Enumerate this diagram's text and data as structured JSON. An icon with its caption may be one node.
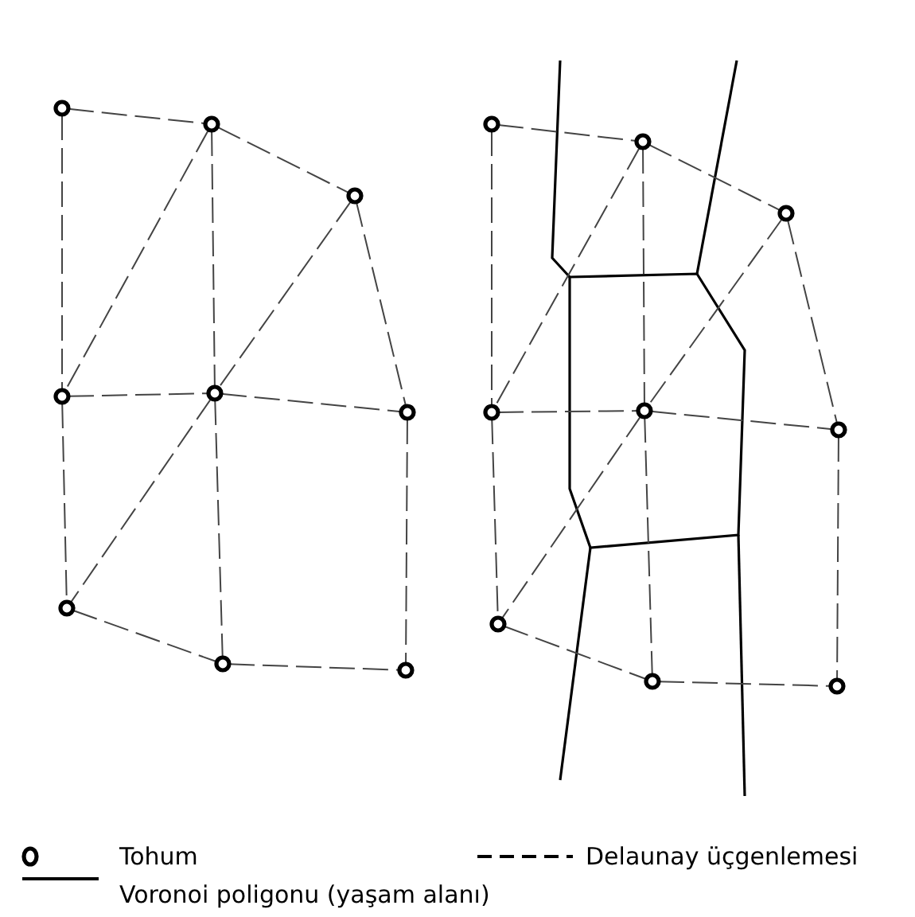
{
  "diagram": {
    "nodes": [
      {
        "text": [],
        "shape": "circle"
      },
      {
        "text": [],
        "shape": "circle"
      },
      {
        "text": [],
        "shape": "circle"
      },
      {
        "text": [],
        "shape": "circle"
      },
      {
        "text": [],
        "shape": "circle"
      },
      {
        "text": [],
        "shape": "circle"
      },
      {
        "text": [],
        "shape": "circle"
      },
      {
        "text": [],
        "shape": "circle"
      },
      {
        "text": [],
        "shape": "circle"
      },
      {
        "text": [],
        "shape": "circle"
      },
      {
        "text": [],
        "shape": "circle"
      },
      {
        "text": [],
        "shape": "circle"
      },
      {
        "text": [],
        "shape": "circle"
      },
      {
        "text": [],
        "shape": "circle"
      },
      {
        "text": [],
        "shape": "circle"
      },
      {
        "text": [],
        "shape": "circle"
      },
      {
        "text": [],
        "shape": "circle"
      },
      {
        "text": [],
        "shape": "circle"
      }
    ],
    "edges": [
      {
        "from": 0,
        "to": 1,
        "arrow": "none",
        "style": "dashed"
      },
      {
        "from": 1,
        "to": 2,
        "arrow": "none",
        "style": "dashed"
      },
      {
        "from": 0,
        "to": 3,
        "arrow": "none",
        "style": "dashed"
      },
      {
        "from": 1,
        "to": 3,
        "arrow": "none",
        "style": "dashed"
      },
      {
        "from": 1,
        "to": 4,
        "arrow": "none",
        "style": "dashed"
      },
      {
        "from": 2,
        "to": 4,
        "arrow": "none",
        "style": "dashed"
      },
      {
        "from": 2,
        "to": 5,
        "arrow": "none",
        "style": "dashed"
      },
      {
        "from": 3,
        "to": 4,
        "arrow": "none",
        "style": "dashed"
      },
      {
        "from": 4,
        "to": 5,
        "arrow": "none",
        "style": "dashed"
      },
      {
        "from": 3,
        "to": 6,
        "arrow": "none",
        "style": "dashed"
      },
      {
        "from": 4,
        "to": 6,
        "arrow": "none",
        "style": "dashed"
      },
      {
        "from": 4,
        "to": 7,
        "arrow": "none",
        "style": "dashed"
      },
      {
        "from": 5,
        "to": 8,
        "arrow": "none",
        "style": "dashed"
      },
      {
        "from": 6,
        "to": 7,
        "arrow": "none",
        "style": "dashed"
      },
      {
        "from": 7,
        "to": 8,
        "arrow": "none",
        "style": "dashed"
      },
      {
        "from": 9,
        "to": 10,
        "arrow": "none",
        "style": "dashed"
      },
      {
        "from": 10,
        "to": 11,
        "arrow": "none",
        "style": "dashed"
      },
      {
        "from": 9,
        "to": 12,
        "arrow": "none",
        "style": "dashed"
      },
      {
        "from": 10,
        "to": 12,
        "arrow": "none",
        "style": "dashed"
      },
      {
        "from": 10,
        "to": 13,
        "arrow": "none",
        "style": "dashed"
      },
      {
        "from": 11,
        "to": 13,
        "arrow": "none",
        "style": "dashed"
      },
      {
        "from": 11,
        "to": 14,
        "arrow": "none",
        "style": "dashed"
      },
      {
        "from": 12,
        "to": 13,
        "arrow": "none",
        "style": "dashed"
      },
      {
        "from": 13,
        "to": 14,
        "arrow": "none",
        "style": "dashed"
      },
      {
        "from": 12,
        "to": 15,
        "arrow": "none",
        "style": "dashed"
      },
      {
        "from": 13,
        "to": 15,
        "arrow": "none",
        "style": "dashed"
      },
      {
        "from": 13,
        "to": 16,
        "arrow": "none",
        "style": "dashed"
      },
      {
        "from": 14,
        "to": 17,
        "arrow": "none",
        "style": "dashed"
      },
      {
        "from": 15,
        "to": 16,
        "arrow": "none",
        "style": "dashed"
      },
      {
        "from": 16,
        "to": 17,
        "arrow": "none",
        "style": "dashed"
      }
    ],
    "legend": [
      {
        "text": "Tohum"
      },
      {
        "text": "Delaunay üçgenlemesi"
      },
      {
        "text": "Voronoi poligonu (yaşam alanı)"
      }
    ]
  }
}
